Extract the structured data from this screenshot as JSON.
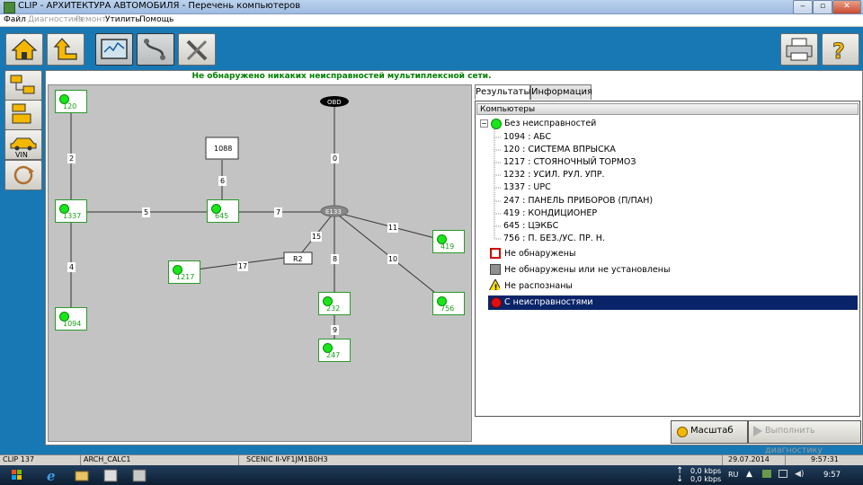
{
  "window": {
    "title": "CLIP - АРХИТЕКТУРА АВТОМОБИЛЯ - Перечень компьютеров"
  },
  "menu": [
    {
      "label": "Файл",
      "enabled": true
    },
    {
      "label": "Диагностика",
      "enabled": false
    },
    {
      "label": "Ремонт",
      "enabled": false
    },
    {
      "label": "Утилиты",
      "enabled": true
    },
    {
      "label": "Помощь",
      "enabled": true
    }
  ],
  "status_message": "Не обнаружено никаких неисправностей мультиплексной сети.",
  "network": {
    "obd_label": "OBD",
    "hub_label": "E133",
    "r2_label": "R2",
    "box_1088": "1088",
    "nodes": {
      "n120": "120",
      "n1337": "1337",
      "n1094": "1094",
      "n645": "645",
      "n1217": "1217",
      "n419": "419",
      "n232": "232",
      "n247": "247",
      "n756": "756"
    },
    "wires": {
      "w0": "0",
      "w2": "2",
      "w4": "4",
      "w5": "5",
      "w6": "6",
      "w7": "7",
      "w8": "8",
      "w9": "9",
      "w10": "10",
      "w11": "11",
      "w15": "15",
      "w17": "17"
    }
  },
  "tabs": {
    "results": "Результаты",
    "info": "Информация"
  },
  "tree": {
    "header": "Компьютеры",
    "group_ok": "Без неисправностей",
    "items": [
      "1094 : АБС",
      "120 : СИСТЕМА ВПРЫСКА",
      "1217 : СТОЯНОЧНЫЙ ТОРМОЗ",
      "1232 : УСИЛ. РУЛ. УПР.",
      "1337 : UPC",
      "247 : ПАНЕЛЬ ПРИБОРОВ (П/ПАН)",
      "419 : КОНДИЦИОНЕР",
      "645 : ЦЭКБС",
      "756 : П. БЕЗ./УС. ПР. Н."
    ],
    "not_detected": "Не обнаружены",
    "not_detected_or_installed": "Не обнаружены или не установлены",
    "not_recognized": "Не распознаны",
    "with_faults": "С неисправностями"
  },
  "buttons": {
    "scale": "Масштаб",
    "run_diag": "Выполнить диагностику"
  },
  "side_buttons": {
    "vin": "VIN"
  },
  "statusbar": {
    "clip": "CLIP 137",
    "arch": "ARCH_CALC1",
    "vehicle": "SCENIC II-VF1JM1B0H3",
    "date": "29.07.2014",
    "time": "9:57:31"
  },
  "taskbar": {
    "net_up": "0,0 kbps",
    "net_down": "0,0 kbps",
    "lang": "RU",
    "clock": "9:57"
  },
  "colors": {
    "app_bg": "#1878b4",
    "ok_green": "#19e619",
    "selection": "#0a246a",
    "status_green": "#008000"
  }
}
